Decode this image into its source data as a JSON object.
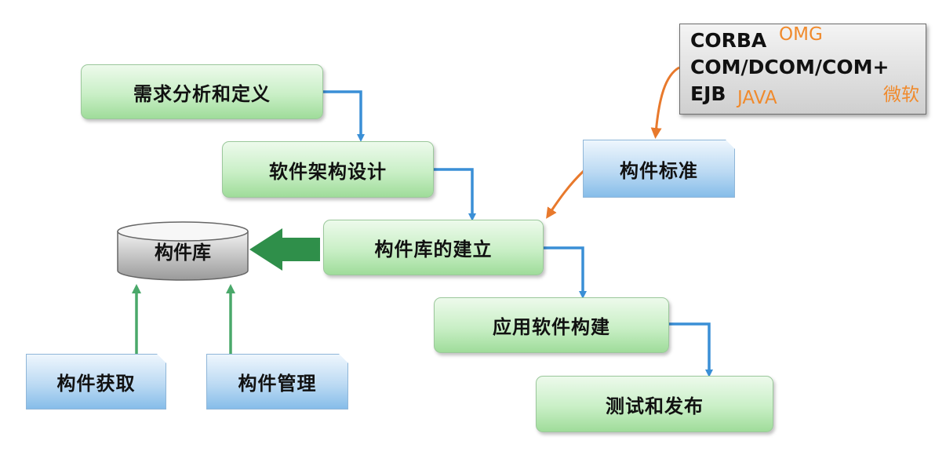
{
  "nodes": {
    "requirements": "需求分析和定义",
    "architecture": "软件架构设计",
    "library_build": "构件库的建立",
    "app_build": "应用软件构建",
    "test_release": "测试和发布",
    "component_standard": "构件标准",
    "component_acquire": "构件获取",
    "component_manage": "构件管理",
    "component_library": "构件库"
  },
  "note": {
    "line1": "CORBA",
    "line2": "COM/DCOM/COM+",
    "line3": "EJB",
    "annotations": {
      "omg": "OMG",
      "microsoft": "微软",
      "java": "JAVA"
    }
  },
  "colors": {
    "blue_arrow": "#3a8fd6",
    "green_arrow": "#4aa86a",
    "big_arrow": "#2f8f4a",
    "orange_arrow": "#e8792c",
    "orange_text": "#f08a2c"
  }
}
